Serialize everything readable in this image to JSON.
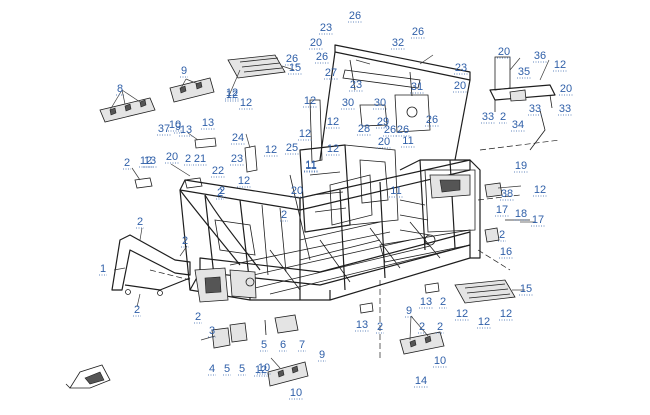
{
  "callout_color": "#2f5fa8",
  "callouts": [
    {
      "text": "1"
    },
    {
      "text": "2"
    },
    {
      "text": "2"
    },
    {
      "text": "2"
    },
    {
      "text": "2"
    },
    {
      "text": "3"
    },
    {
      "text": "4"
    },
    {
      "text": "5"
    },
    {
      "text": "5"
    },
    {
      "text": "5"
    },
    {
      "text": "6"
    },
    {
      "text": "7"
    },
    {
      "text": "8"
    },
    {
      "text": "9"
    },
    {
      "text": "9"
    },
    {
      "text": "10"
    },
    {
      "text": "12"
    },
    {
      "text": "12"
    },
    {
      "text": "37"
    },
    {
      "text": "13"
    },
    {
      "text": "2"
    },
    {
      "text": "12"
    },
    {
      "text": "2"
    },
    {
      "text": "13"
    },
    {
      "text": "20"
    },
    {
      "text": "21"
    },
    {
      "text": "22"
    },
    {
      "text": "2"
    },
    {
      "text": "12"
    },
    {
      "text": "15"
    },
    {
      "text": "24"
    },
    {
      "text": "23"
    },
    {
      "text": "12"
    },
    {
      "text": "12"
    },
    {
      "text": "26"
    },
    {
      "text": "23"
    },
    {
      "text": "20"
    },
    {
      "text": "26"
    },
    {
      "text": "32"
    },
    {
      "text": "26"
    },
    {
      "text": "26"
    },
    {
      "text": "27"
    },
    {
      "text": "23"
    },
    {
      "text": "23"
    },
    {
      "text": "20"
    },
    {
      "text": "30"
    },
    {
      "text": "30"
    },
    {
      "text": "31"
    },
    {
      "text": "26"
    },
    {
      "text": "26"
    },
    {
      "text": "29"
    },
    {
      "text": "28"
    },
    {
      "text": "20"
    },
    {
      "text": "26"
    },
    {
      "text": "11"
    },
    {
      "text": "11"
    },
    {
      "text": "12"
    },
    {
      "text": "12"
    },
    {
      "text": "25"
    },
    {
      "text": "12"
    },
    {
      "text": "11"
    },
    {
      "text": "20"
    },
    {
      "text": "11"
    },
    {
      "text": "2"
    },
    {
      "text": "20"
    },
    {
      "text": "36"
    },
    {
      "text": "12"
    },
    {
      "text": "35"
    },
    {
      "text": "20"
    },
    {
      "text": "33"
    },
    {
      "text": "33"
    },
    {
      "text": "33"
    },
    {
      "text": "2"
    },
    {
      "text": "34"
    },
    {
      "text": "19"
    },
    {
      "text": "38"
    },
    {
      "text": "12"
    },
    {
      "text": "17"
    },
    {
      "text": "18"
    },
    {
      "text": "17"
    },
    {
      "text": "2"
    },
    {
      "text": "16"
    },
    {
      "text": "15"
    },
    {
      "text": "12"
    },
    {
      "text": "12"
    },
    {
      "text": "12"
    },
    {
      "text": "13"
    },
    {
      "text": "2"
    },
    {
      "text": "13"
    },
    {
      "text": "2"
    },
    {
      "text": "9"
    },
    {
      "text": "2"
    },
    {
      "text": "2"
    },
    {
      "text": "10"
    },
    {
      "text": "14"
    },
    {
      "text": "12"
    },
    {
      "text": "10"
    },
    {
      "text": "9"
    },
    {
      "text": "10"
    },
    {
      "text": "12"
    },
    {
      "text": "13"
    },
    {
      "text": "2"
    }
  ]
}
